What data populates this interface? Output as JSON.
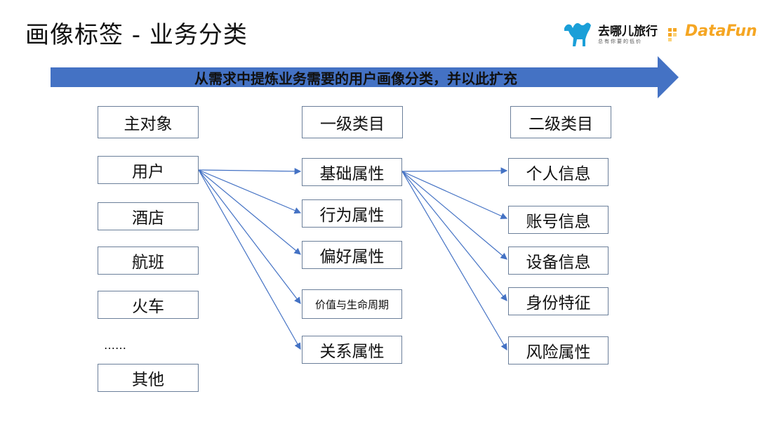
{
  "title": "画像标签 - 业务分类",
  "logo": {
    "qunar_text": "去哪儿旅行",
    "qunar_sub": "总有你要的低价",
    "datafun_text": "DataFun."
  },
  "banner": {
    "text": "从需求中提炼业务需要的用户画像分类，并以此扩充",
    "color": "#4472c4"
  },
  "columns": {
    "main_object": {
      "header": "主对象",
      "items": [
        "用户",
        "酒店",
        "航班",
        "火车",
        "其他"
      ],
      "ellipsis": "……"
    },
    "level1": {
      "header": "一级类目",
      "items": [
        "基础属性",
        "行为属性",
        "偏好属性",
        "价值与生命周期",
        "关系属性"
      ]
    },
    "level2": {
      "header": "二级类目",
      "items": [
        "个人信息",
        "账号信息",
        "设备信息",
        "身份特征",
        "风险属性"
      ]
    }
  },
  "colors": {
    "connector": "#4472c4",
    "box_border": "#6b7f9a",
    "datafun_orange": "#f5a623",
    "camel_blue": "#1a9fd8"
  },
  "icons": [
    "camel-icon",
    "datafun-dots-icon"
  ]
}
